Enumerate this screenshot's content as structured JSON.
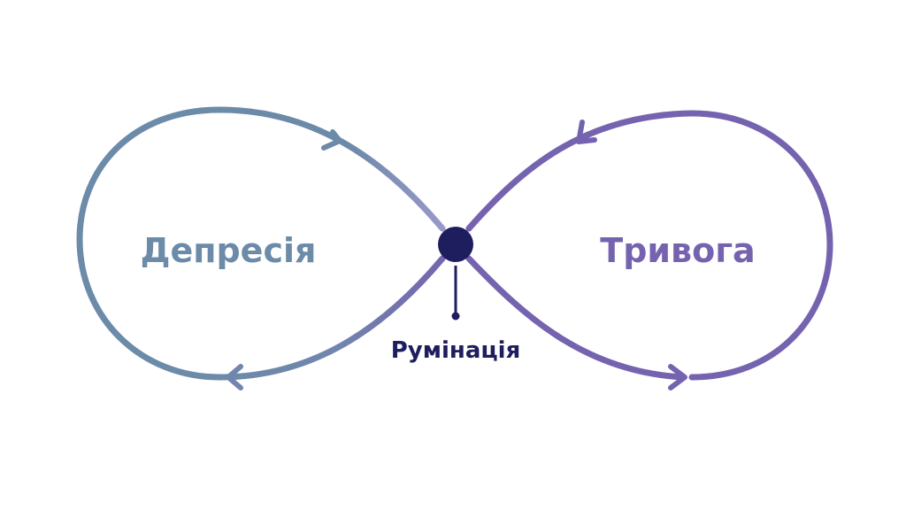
{
  "diagram": {
    "left_label": "Депресія",
    "right_label": "Тривога",
    "center_label": "Румінація"
  },
  "colors": {
    "left": "#6B8BA8",
    "right": "#7563AF",
    "center": "#1E1D5E",
    "background": "#FFFFFF"
  }
}
